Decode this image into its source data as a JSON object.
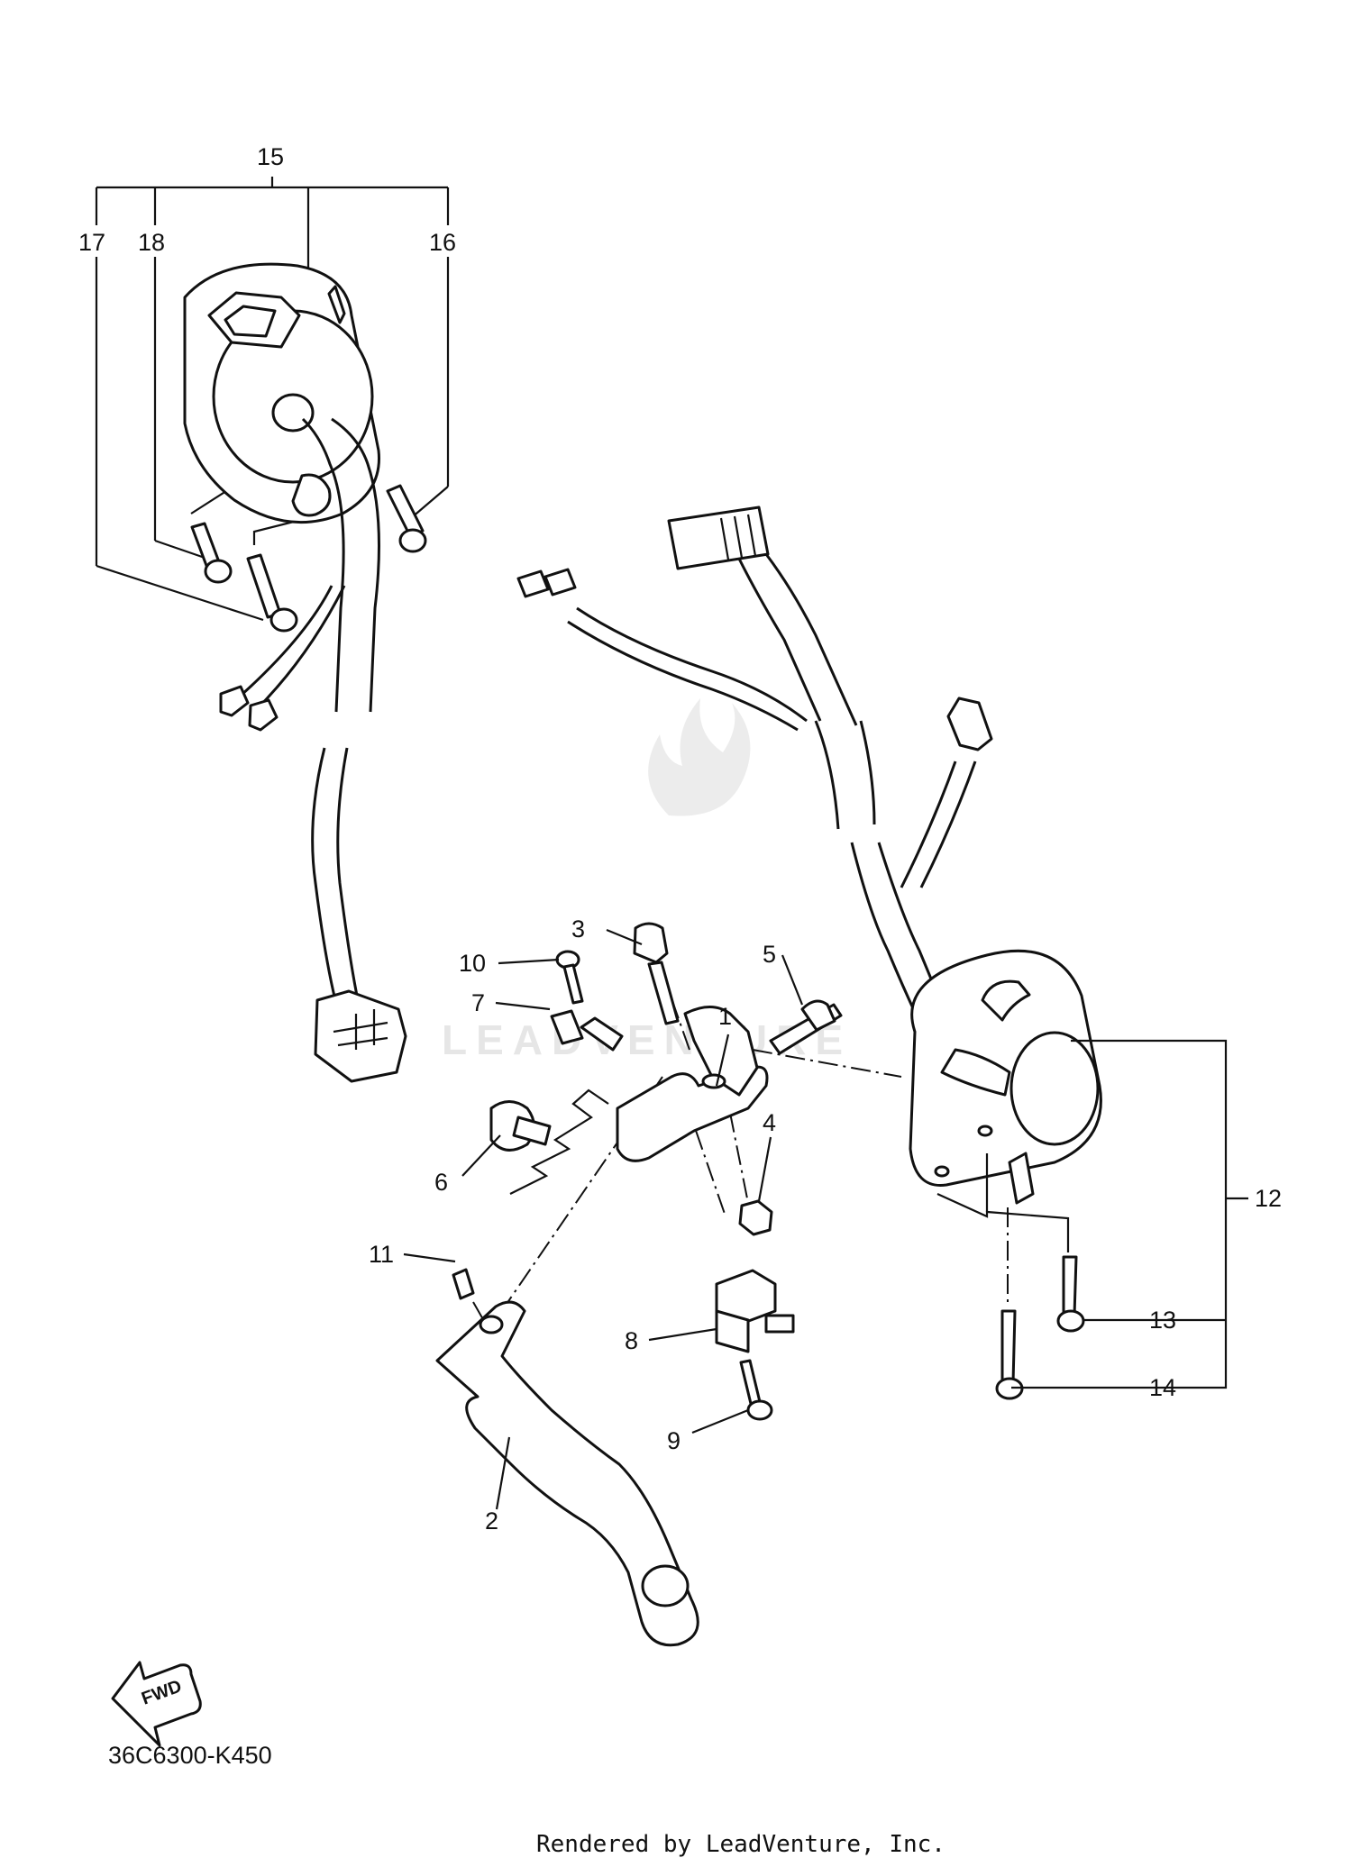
{
  "callouts": {
    "c1": "1",
    "c2": "2",
    "c3": "3",
    "c4": "4",
    "c5": "5",
    "c6": "6",
    "c7": "7",
    "c8": "8",
    "c9": "9",
    "c10": "10",
    "c11": "11",
    "c12": "12",
    "c13": "13",
    "c14": "14",
    "c15": "15",
    "c16": "16",
    "c17": "17",
    "c18": "18"
  },
  "fwd_label": "FWD",
  "diagram_code": "36C6300-K450",
  "watermark": "LEADVENTURE",
  "footer": "Rendered by LeadVenture, Inc."
}
